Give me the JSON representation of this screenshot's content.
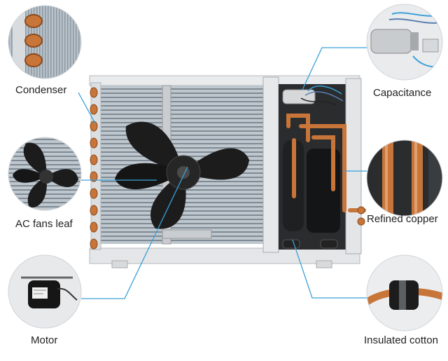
{
  "colors": {
    "leader": "#3aa0d8",
    "label_text": "#222222",
    "copper": "#c8753a",
    "copper_dark": "#8a4a1c",
    "fan_black": "#1c1c1c",
    "panel_white": "#eef0f2",
    "fin_gray": "#9aa4ad"
  },
  "callouts": {
    "condenser": {
      "label": "Condenser",
      "icon": "condenser-coil-closeup"
    },
    "ac_fans_leaf": {
      "label": "AC fans leaf",
      "icon": "fan-blade-closeup"
    },
    "motor": {
      "label": "Motor",
      "icon": "fan-motor-closeup"
    },
    "capacitance": {
      "label": "Capacitance",
      "icon": "capacitor-closeup"
    },
    "refined_copper": {
      "label": "Refined copper",
      "icon": "copper-pipes-closeup"
    },
    "insulated_cotton": {
      "label": "Insulated cotton",
      "icon": "insulated-pipe-closeup"
    }
  }
}
